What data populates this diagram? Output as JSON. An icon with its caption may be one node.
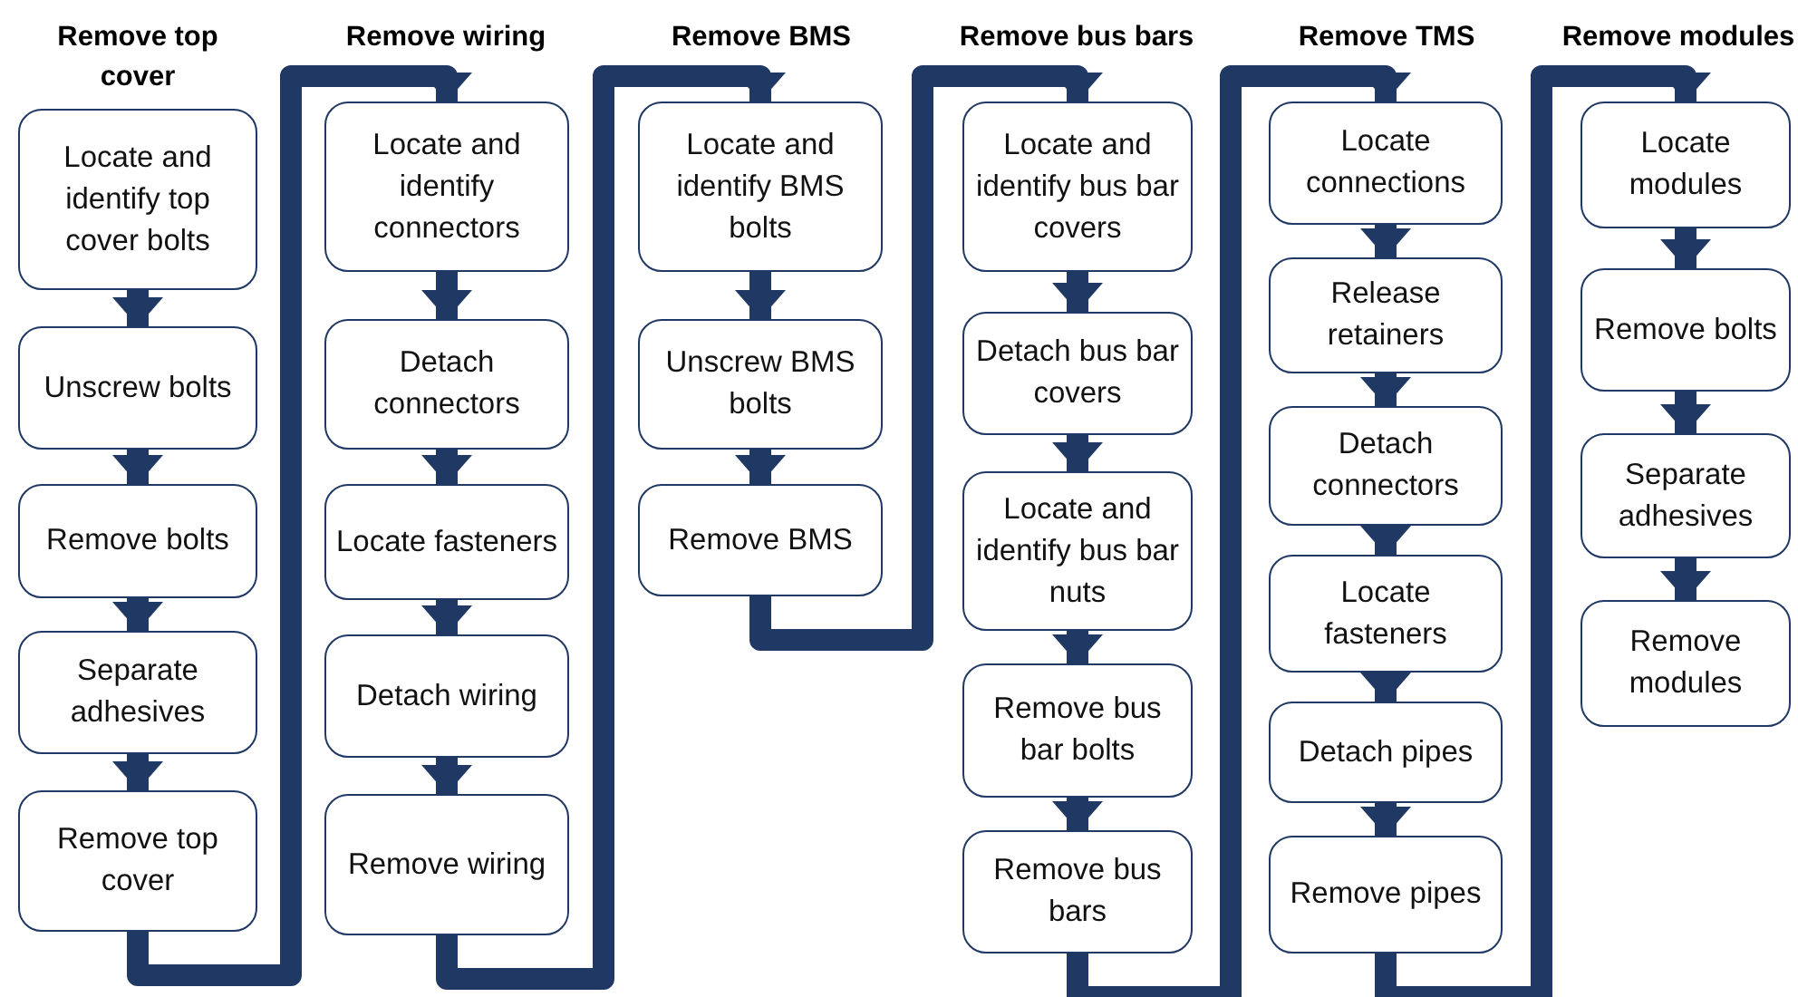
{
  "diagram": {
    "nodes": [
      {
        "text": [
          "Locate and identify top cover bolts"
        ]
      },
      {
        "text": [
          "Unscrew bolts"
        ]
      },
      {
        "text": [
          "Remove bolts"
        ]
      },
      {
        "text": [
          "Separate adhesives"
        ]
      },
      {
        "text": [
          "Remove top cover"
        ]
      },
      {
        "text": [
          "Locate and identify connectors"
        ]
      },
      {
        "text": [
          "Detach connectors"
        ]
      },
      {
        "text": [
          "Locate fasteners"
        ]
      },
      {
        "text": [
          "Detach wiring"
        ]
      },
      {
        "text": [
          "Remove wiring"
        ]
      },
      {
        "text": [
          "Locate and identify BMS bolts"
        ]
      },
      {
        "text": [
          "Unscrew BMS bolts"
        ]
      },
      {
        "text": [
          "Remove BMS"
        ]
      },
      {
        "text": [
          "Locate and identify bus bar covers"
        ]
      },
      {
        "text": [
          "Detach bus bar covers"
        ]
      },
      {
        "text": [
          "Locate and identify bus bar nuts"
        ]
      },
      {
        "text": [
          "Remove bus bar bolts"
        ]
      },
      {
        "text": [
          "Remove bus bars"
        ]
      },
      {
        "text": [
          "Locate connections"
        ]
      },
      {
        "text": [
          "Release retainers"
        ]
      },
      {
        "text": [
          "Detach connectors"
        ]
      },
      {
        "text": [
          "Locate fasteners"
        ]
      },
      {
        "text": [
          "Detach pipes"
        ]
      },
      {
        "text": [
          "Remove pipes"
        ]
      },
      {
        "text": [
          "Locate modules"
        ]
      },
      {
        "text": [
          "Remove bolts"
        ]
      },
      {
        "text": [
          "Separate adhesives"
        ]
      },
      {
        "text": [
          "Remove modules"
        ]
      }
    ],
    "edges": [
      {
        "from": 0,
        "to": 1,
        "arrow": "to"
      },
      {
        "from": 1,
        "to": 2,
        "arrow": "to"
      },
      {
        "from": 2,
        "to": 3,
        "arrow": "to"
      },
      {
        "from": 3,
        "to": 4,
        "arrow": "to"
      },
      {
        "from": 4,
        "to": 5,
        "arrow": "to"
      },
      {
        "from": 5,
        "to": 6,
        "arrow": "to"
      },
      {
        "from": 6,
        "to": 7,
        "arrow": "to"
      },
      {
        "from": 7,
        "to": 8,
        "arrow": "to"
      },
      {
        "from": 8,
        "to": 9,
        "arrow": "to"
      },
      {
        "from": 9,
        "to": 10,
        "arrow": "to"
      },
      {
        "from": 10,
        "to": 11,
        "arrow": "to"
      },
      {
        "from": 11,
        "to": 12,
        "arrow": "to"
      },
      {
        "from": 12,
        "to": 13,
        "arrow": "to"
      },
      {
        "from": 13,
        "to": 14,
        "arrow": "to"
      },
      {
        "from": 14,
        "to": 15,
        "arrow": "to"
      },
      {
        "from": 15,
        "to": 16,
        "arrow": "to"
      },
      {
        "from": 16,
        "to": 17,
        "arrow": "to"
      },
      {
        "from": 17,
        "to": 18,
        "arrow": "to"
      },
      {
        "from": 18,
        "to": 19,
        "arrow": "to"
      },
      {
        "from": 19,
        "to": 20,
        "arrow": "to"
      },
      {
        "from": 20,
        "to": 21,
        "arrow": "to"
      },
      {
        "from": 21,
        "to": 22,
        "arrow": "to"
      },
      {
        "from": 22,
        "to": 23,
        "arrow": "to"
      },
      {
        "from": 23,
        "to": 24,
        "arrow": "to"
      },
      {
        "from": 24,
        "to": 25,
        "arrow": "to"
      },
      {
        "from": 25,
        "to": 26,
        "arrow": "to"
      },
      {
        "from": 26,
        "to": 27,
        "arrow": "to"
      }
    ],
    "labels": [
      "Remove top cover",
      "Remove wiring",
      "Remove BMS",
      "Remove bus bars",
      "Remove TMS",
      "Remove modules"
    ]
  }
}
